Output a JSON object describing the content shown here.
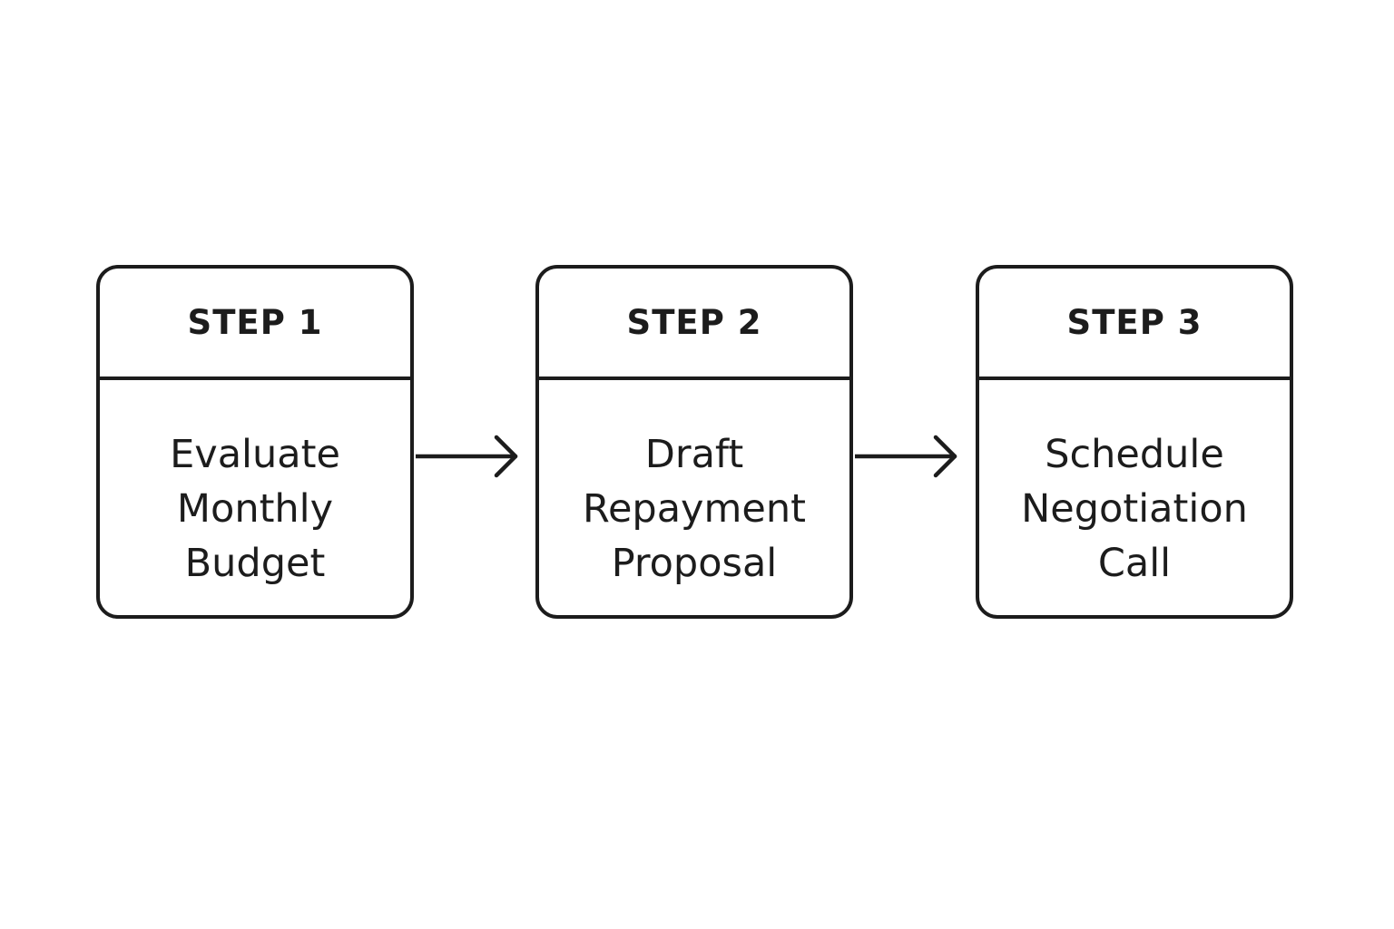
{
  "steps": [
    {
      "label": "STEP 1",
      "text": "Evaluate\nMonthly\nBudget"
    },
    {
      "label": "STEP 2",
      "text": "Draft\nRepayment\nProposal"
    },
    {
      "label": "STEP 3",
      "text": "Schedule\nNegotiation\nCall"
    }
  ],
  "colors": {
    "stroke": "#1c1c1c",
    "background": "#ffffff"
  }
}
